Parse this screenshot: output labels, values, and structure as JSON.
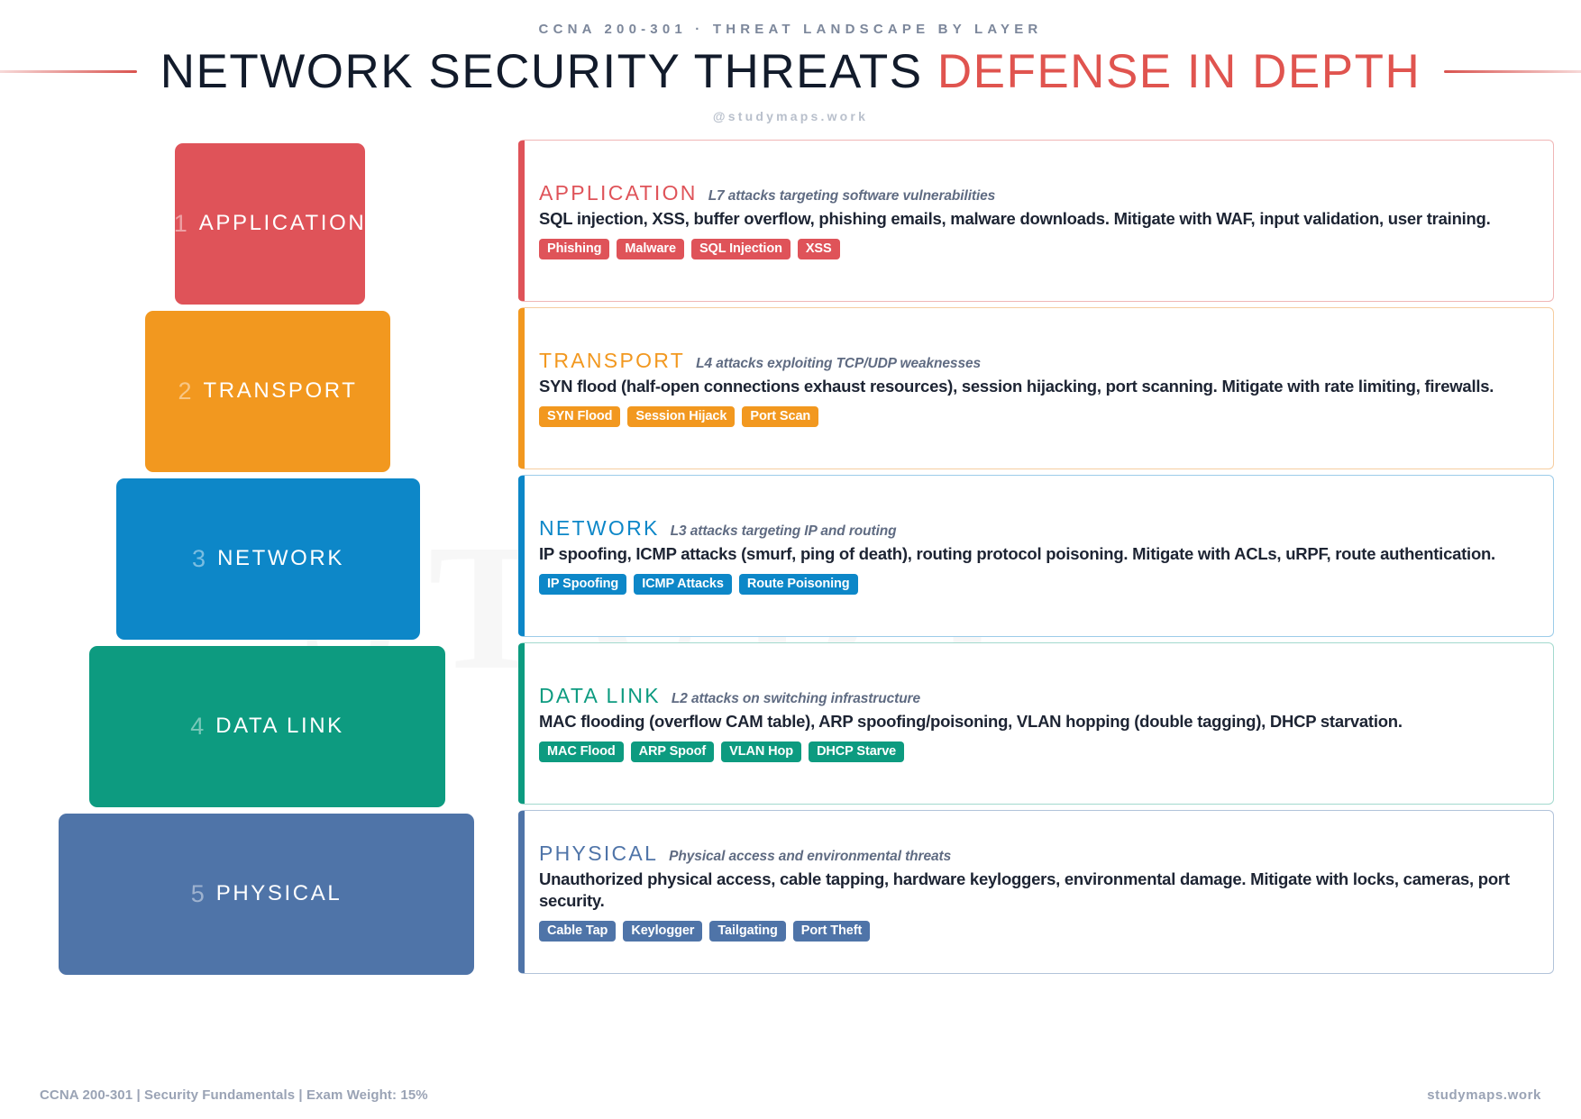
{
  "header": {
    "kicker": "CCNA 200-301 · THREAT LANDSCAPE BY LAYER",
    "title_dark": "NETWORK SECURITY THREATS",
    "title_accent": "DEFENSE IN DEPTH",
    "handle": "@studymaps.work"
  },
  "watermark": "STUDY",
  "colors": {
    "application": "#df5359",
    "transport": "#f2981f",
    "network": "#0d87c8",
    "datalink": "#0d9b80",
    "physical": "#4f74a8",
    "accent_red": "#e0544f",
    "ink": "#121b2b",
    "muted": "#7c879b"
  },
  "pyramid": [
    {
      "num": "1",
      "label": "APPLICATION",
      "color": "#df5359"
    },
    {
      "num": "2",
      "label": "TRANSPORT",
      "color": "#f2981f"
    },
    {
      "num": "3",
      "label": "NETWORK",
      "color": "#0d87c8"
    },
    {
      "num": "4",
      "label": "DATA LINK",
      "color": "#0d9b80"
    },
    {
      "num": "5",
      "label": "PHYSICAL",
      "color": "#4f74a8"
    }
  ],
  "cards": [
    {
      "title": "APPLICATION",
      "subtitle": "L7 attacks targeting software vulnerabilities",
      "description": "SQL injection, XSS, buffer overflow, phishing emails, malware downloads. Mitigate with WAF, input validation, user training.",
      "tags": [
        "Phishing",
        "Malware",
        "SQL Injection",
        "XSS"
      ],
      "color": "#df5359",
      "border": "#f0b6b6"
    },
    {
      "title": "TRANSPORT",
      "subtitle": "L4 attacks exploiting TCP/UDP weaknesses",
      "description": "SYN flood (half-open connections exhaust resources), session hijacking, port scanning. Mitigate with rate limiting, firewalls.",
      "tags": [
        "SYN Flood",
        "Session Hijack",
        "Port Scan"
      ],
      "color": "#f2981f",
      "border": "#f6cda0"
    },
    {
      "title": "NETWORK",
      "subtitle": "L3 attacks targeting IP and routing",
      "description": "IP spoofing, ICMP attacks (smurf, ping of death), routing protocol poisoning. Mitigate with ACLs, uRPF, route authentication.",
      "tags": [
        "IP Spoofing",
        "ICMP Attacks",
        "Route Poisoning"
      ],
      "color": "#0d87c8",
      "border": "#9ccce9"
    },
    {
      "title": "DATA LINK",
      "subtitle": "L2 attacks on switching infrastructure",
      "description": "MAC flooding (overflow CAM table), ARP spoofing/poisoning, VLAN hopping (double tagging), DHCP starvation.",
      "tags": [
        "MAC Flood",
        "ARP Spoof",
        "VLAN Hop",
        "DHCP Starve"
      ],
      "color": "#0d9b80",
      "border": "#a3d9ce"
    },
    {
      "title": "PHYSICAL",
      "subtitle": "Physical access and environmental threats",
      "description": "Unauthorized physical access, cable tapping, hardware keyloggers, environmental damage. Mitigate with locks, cameras, port security.",
      "tags": [
        "Cable Tap",
        "Keylogger",
        "Tailgating",
        "Port Theft"
      ],
      "color": "#4f74a8",
      "border": "#b2c3da"
    }
  ],
  "footer": {
    "left": "CCNA 200-301 | Security Fundamentals | Exam Weight: 15%",
    "right": "studymaps.work"
  }
}
